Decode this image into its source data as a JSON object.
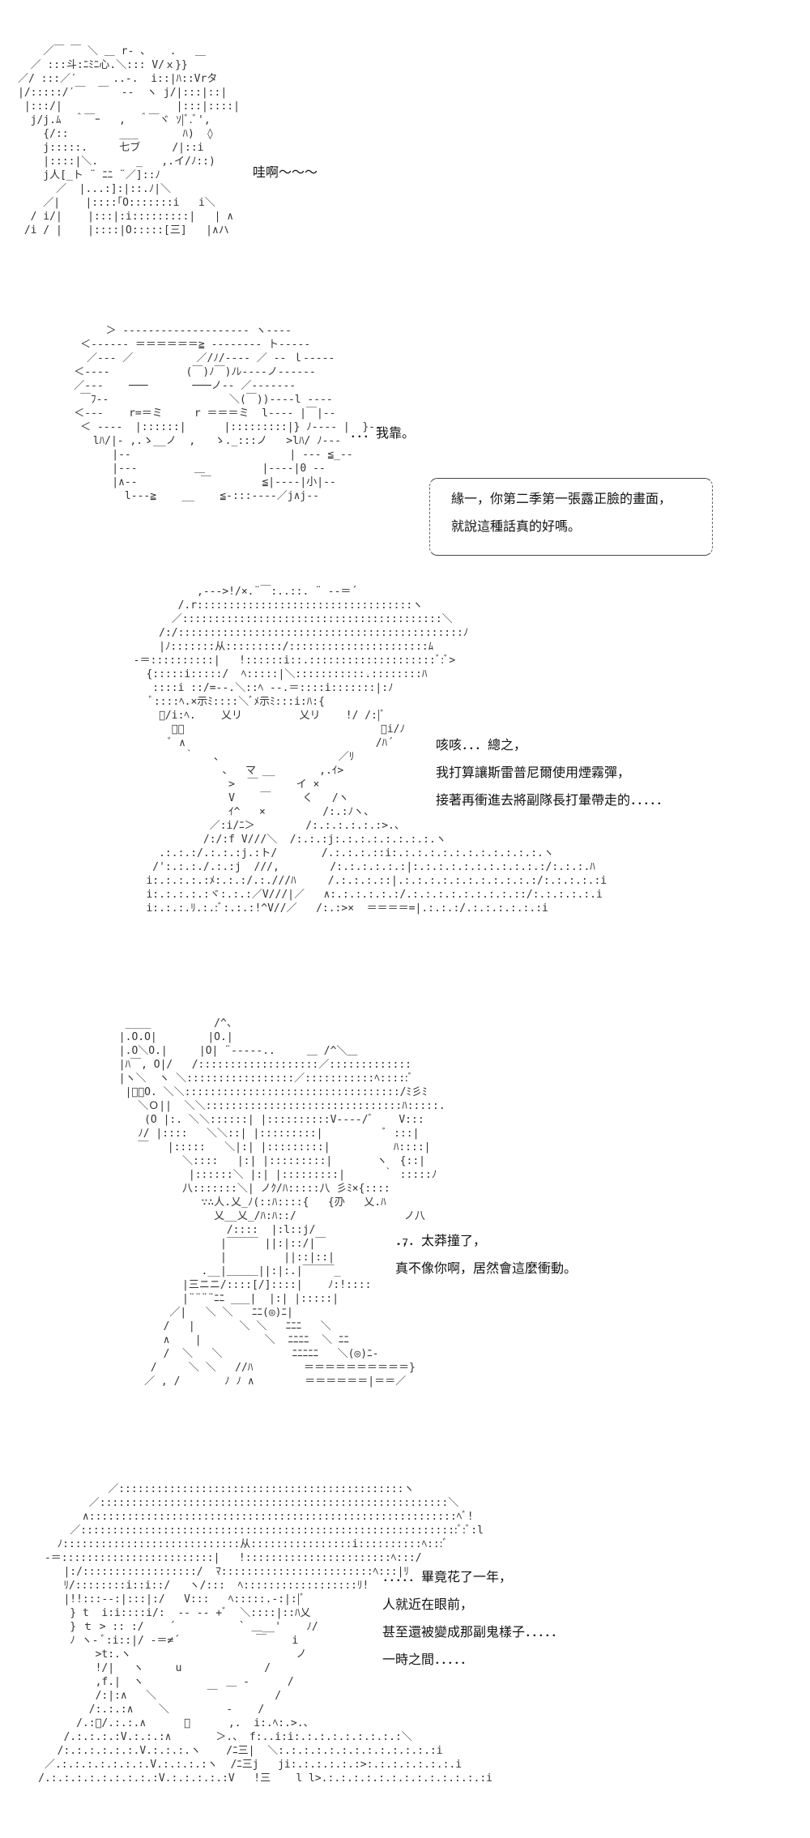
{
  "panels": [
    {
      "art": "    ／￣ ￣ ＼ ＿ r‐ 、   .   ＿\n  ／ :::斗:ﾆﾐﾆ心.＼::: V/ｘ}}\n／/ :::／′　    ..-.  i::|ﾊ::Vrタ\n|/:::::/′￣  ￣  ‐-  ヽ j/|:::|::|\n |:::/|                  |:::|::::|\n  j/j.ﾑ  ＾￣ｰ   ,  ＾￣ヾ ｿ|ﾞ.ﾞ',\n    {/::        ___       ﾊ)  ◊\n    j:::::.     七ブ     /|::i\n    |::::|＼.      _   ,.イ/ﾉ::)\n    j人[_ト ¨ ﾆﾆ ¨／]::ﾉ\n      ／  |...:]:|::.ﾉ|＼\n    ／|    |::::｢O:::::::i   i＼\n  / i/|    |:::|:i:::::::::|   | ∧\n /i / |    |::::|O:::::[三]   |∧ハ",
      "lines": [
        "哇啊～～～"
      ]
    },
    {
      "art": "         ＞ ‐‐‐‐‐‐‐‐‐‐‐‐‐‐‐‐‐‐‐‐ ヽ‐‐‐‐\n     ＜‐‐‐‐‐‐ ＝＝＝＝＝＝≧ ‐‐‐‐‐‐‐‐ ト‐‐‐‐‐\n      ／‐‐‐ ／          ／/ﾉ/‐‐‐‐ ／ ‐‐ ｌ‐‐‐‐‐\n    ＜‐‐‐‐            (￣)ﾉ￣)ﾉﾚ‐‐‐‐ノ‐‐‐‐‐‐\n    ／‐‐‐    ───       ───ノ‐‐ ／‐‐‐‐‐‐‐\n     ￣ﾌ‐‐                   ＼(￣))‐‐‐‐l ‐‐‐‐\n    ＜‐‐‐    r=＝ミ     r ＝＝＝ミ  l‐‐‐‐ |￣|‐‐\n     ＜ ‐‐‐‐  |::::::|      |:::::::::|} ﾉ‐‐‐‐ |  }‐‐\n       lﾊ/|‐ ,.ゝ__ノ  ,   ゝ._:::ノ   >lﾊ/ ﾉ‐‐‐\n          |‐‐                         | ‐‐‐ ≦_‐‐\n          |‐‐‐         ＿         |‐‐‐‐|0 ‐‐\n          |∧‐‐          ￣        ≦|‐‐‐‐|小|‐‐\n            l‐‐‐≧    __    ≦‐:::‐‐‐‐／j∧j‐‐",
      "lines": [
        "．．．我靠。"
      ]
    },
    {
      "bubble": [
        "緣一，你第二季第一張露正臉的畫面，",
        "就說這種話真的好嗎。"
      ]
    },
    {
      "art": "                 ,‐‐‐>!/×.¨￣:..::. ¨ ‐‐＝´\n              /.r::::::::::::::::::::::::::::::::::ヽ\n             ／:::::::::::::::::::::::::::::::::::::::::＼\n           /:/:::::::::::::::::::::::::::::::::::::::::::::ﾉ\n           |ﾉ:::::::从:::::::::/::::::::::::::::::::::ﾑ\n       ‐＝::::::::::|   !::::::i::.::::::::::::::::::::ﾞ:ﾞ>\n         {:::::i:::::/  ﾍ:::::|＼:::::::::::.::::::::ﾊ\n          ::::i ::/=‐‐.＼::ﾍ ‐‐.＝::::i:::::::|:ﾉ\n          ﾞ::::ﾍ.×示ﾐ::::＼ﾞﾒ示ﾐ:::i:ﾊ:{\n           ﾞ/i:ﾍ.    乂リ         乂リ    !/ /:|ﾞ\n             ﾞ､                               ﾞi/ﾉ\n             ﾞ ∧                              /ﾊ´\n               ｀   、                  ／ﾘ\n                     、  マ __       ,.ｲ>\n                      >  ￣      イ ×\n                      V    ￣     く   /ヽ\n                      ｲ^   ×         /:.:ﾉヽ、\n                   ／:i/ﾆ＞        /:.:.:.:.:.:>.、\n                  /:/:f V///＼  /:.:.:j:.:.:.:.:.:.:.:.ヽ\n           .:.:.:/.:.:.:j.:ト/       /.:.:.:.::i:.:.:.:.:.:.:.:.:.:.:.:.ヽ\n          /':.:.:./.:.:j  ///,        /:.:.:.:.:.:|:.:.:.:.:.:.:.:.:.:.:/:.:.:.ﾊ\n         i:.:.:.:.:ﾒ:.:.:/.:.///ﾊ     /.:.:.:.::|.:.:.:.:.:.:.:.:.:.:.:/:.:.:.:.:i\n         i:.:.:.:.:ヾ:.:.:／V///|／   ∧:.:.:.:.:.:/.:.:.:.:.:.:.:.:.::/:.:.:.:.:.i\n         i:.:.:.ﾘ.:.:ﾞ:.:.:!^V//／   /:.:>×  ＝＝＝＝=|.:.:.:/.:.:.:.:.:.:i",
      "lines": [
        "咳咳．．．總之，",
        "我打算讓斯雷普尼爾使用煙霧彈，",
        "接著再衝進去將副隊長打暈帶走的．．．．．"
      ]
    },
    {
      "art": "        ____          /^、\n       |.O.O|        |O.|\n       |.O＼O.|     |O| ¨‐‐‐‐‐..     ＿ /^＼＿\n       |ﾊ￣, O|/   /:::::::::::::::::::／:::::::::::::\n       |ヽ＼  ヽ ＼:::::::::::::::::／:::::::::::ﾍ:::::ﾞ\n        |ﾞ＼O. ＼＼::::::::::::::::::::::::::::::::::/ﾐ彡ﾐ\n          ＼Ｏ||  ＼＼:::::::::::::::::::::::::::::::ﾊ:::::.\n           (O |:. ＼＼::::::| |::::::::::V‐‐‐‐/ﾞ    V:::\n          ﾉ/ |::::   ＼＼::| |:::::::::|          ﾞ :::|\n          ￣   |:::::   ＼|:| |:::::::::|          ﾊ::::|\n                 ＼::::   |:| |:::::::::|       ヽ  {::|\n                  |::::::＼ |:| |:::::::::|      ｀ :::::ﾉ\n                 八:::::::＼| ノｸ/ﾊ:::::八 彡ﾐ×{::::\n                    ∵∴人.乂_ﾉ(::ﾊ::::{   {刅   乂.ﾊ\n                      乂__乂_/ﾊ:ﾊ::/                 ノ八\n                        /::::  |:l::j/\n                       |￣￣￣ ||:|::/|￣           ‐7\n                       |         ||::|::|\n                    .__|＿＿＿||:|:.|￣￣￣_\n                 |三ニニ/::::[/]::::|    ﾉ:!::::\n                 |¨¨¨¨ﾆﾆ ___|  |:| |:::::|\n               ／|   ＼ ＼   ﾆﾆ(◎)ﾆ|\n              /   |       ＼ ＼   ﾆﾆﾆ   ＼\n              ∧    |          ＼  ﾆﾆﾆﾆ  ＼ ﾆﾆ\n              /  ＼   ＼           ﾆﾆﾆﾆﾆ   ＼(◎)ﾆ‐\n            /     ＼ ＼   //ﾊ        ＝＝＝＝＝＝＝＝＝＝}\n           ／ , /       ﾉ ﾉ ∧        ＝＝＝＝＝＝|＝＝／",
      "lines": [
        "．．．太莽撞了，",
        "真不像你啊，居然會這麼衝動。"
      ]
    },
    {
      "art": "                ／:::::::::::::::::::::::::::::::::::::::::::::ヽ\n             ／:::::::::::::::::::::::::::::::::::::::::::::::::::::::＼\n            ∧::::::::::::::::::::::::::::::::::::::::::::::::::::::::::ﾍﾞ!\n          ／::::::::::::::::::::::::::::::::::::::::::::::::::::::::::::ﾞ:ﾞ:l\n        ﾉ::::::::::::::::::::::::::::从::::::::::::::::i::::::::::ﾍ:::ﾞ\n      ‐＝::::::::::::::::::::::::|   !:::::::::::::::::::::::ﾍ:::/\n         |:/::::::::::::::::::/  ﾏ::::::::::::::::::::::::ﾍ:::|ﾘ\n         ﾘ/::::::::i::i::/   ヽ/:::  ﾍ::::::::::::::::::ﾘ!\n         |!!:::‐‐:|:::|:/   V:::   ﾍ:::::.‐:|:|ﾞ\n          } t  i:i::::i/:  -‐ ‐‐ +ﾞ  ＼::::|::ﾊ乂\n          } ｔ > :: :/    ´          ` ＿__'    ﾉ/\n          ﾉ ヽ‐ ﾞ:i::|/ ‐＝≠´            ￣    i\n              >t:.ヽ                          ノ\n              !/|   ヽ     u             /\n              ,f.|  ヽ             ＿ ‐      /\n              /:|:∧   ＼        ￣         /\n             /:.:.:∧    ＼         ‐    /\n           /.:ﾞ/.:.:.∧      ＼      ,.  i:.ﾍ:.>.、\n         /.:.:.:.:V.:.:.:∧       ＞.、 f:..i:i:.:.:.:.:.:.:.:.:＼\n        /:.:.:.:.:.:.V.:.:.:.ヽ    /ﾆ三|  ＼:.:.:.:.:.:.:.:.:.:.:.:.:i\n      ／.:.:.:.:.:.:.:.V.:.:.:.:ヽ  /ﾆ三j   ji:.:.:.:.:.:>:.:.:.:.:.:.:.i\n     /.:.:.:.:.:.:.:.:.:V.:.:.:.:.:V   !三    l l>.:.:.:.:.:.:.:.:.:.:.:.:.:i",
      "lines": [
        "．．．．．畢竟花了一年，",
        "人就近在眼前，",
        "甚至還被變成那副鬼樣子．．．．．",
        "一時之間．．．．．"
      ]
    }
  ]
}
